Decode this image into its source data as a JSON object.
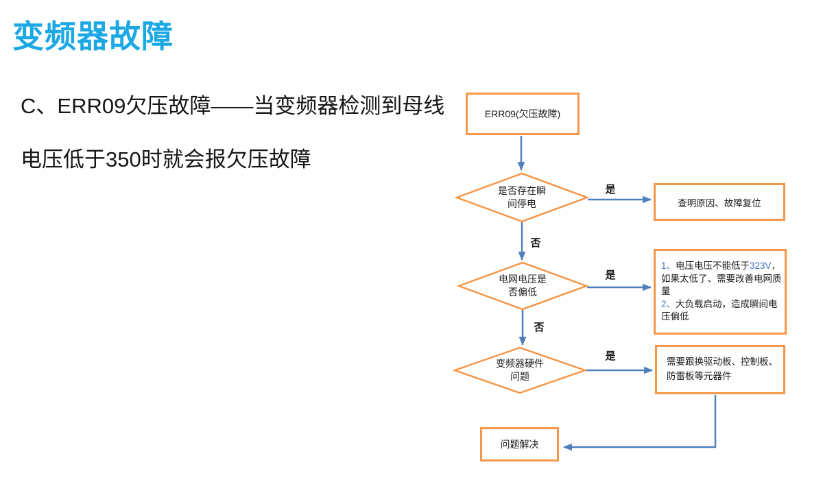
{
  "page": {
    "title": "变频器故障",
    "description_line1": "C、ERR09欠压故障——当变频器检测到母线",
    "description_line2": "电压低于350时就会报欠压故障"
  },
  "labels": {
    "yes": "是",
    "no": "否"
  },
  "flowchart": {
    "start_box": "ERR09(欠压故障)",
    "decision_power_outage": "是否存在瞬\n间停电",
    "decision_grid_voltage": "电网电压是\n否偏低",
    "decision_hardware": "变频器硬件\n问题",
    "result_power_outage": "查明原因、故障复位",
    "result_grid_voltage": {
      "item1_num": "1、",
      "item1_text_a": "电压电压不能低于",
      "item1_value": "323V",
      "item1_text_b": "，如果太低了、需要改善电网质量",
      "item2_num": "2、",
      "item2_text": "大负载启动，造成瞬间电压偏低"
    },
    "result_hardware": "需要跟换驱动板、控制板、防雷板等元器件",
    "end_box": "问题解决"
  },
  "colors": {
    "title_blue": "#1BA8E4",
    "shape_border_orange": "#F79646",
    "connector_blue": "#4E80BC",
    "highlight_blue": "#4472C4"
  }
}
